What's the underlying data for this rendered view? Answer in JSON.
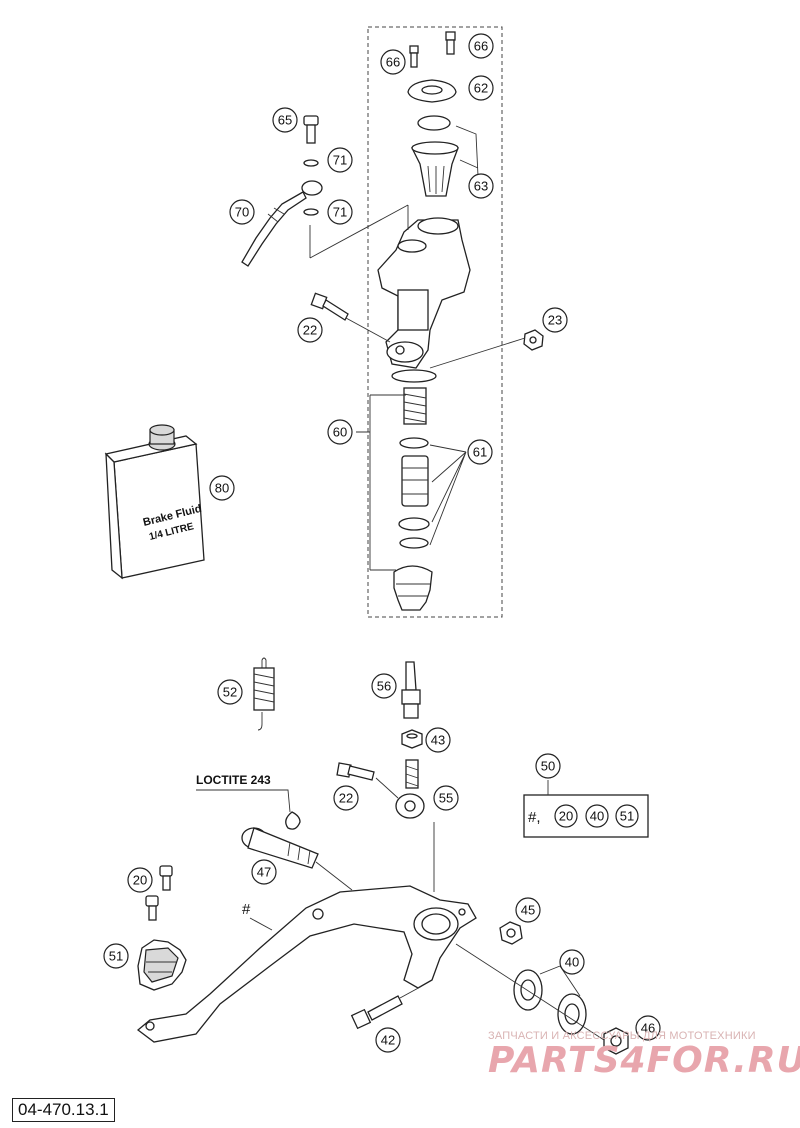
{
  "diagram": {
    "figure_code": "04-470.13.1",
    "loctite_label": "LOCTITE 243",
    "hash_mark": "#",
    "brake_fluid": {
      "line1": "Brake Fluid",
      "line2": "1/4 LITRE"
    },
    "kit_box": {
      "prefix": "#,",
      "items": [
        "20",
        "40",
        "51"
      ]
    },
    "callouts": [
      {
        "id": "c66a",
        "label": "66"
      },
      {
        "id": "c66b",
        "label": "66"
      },
      {
        "id": "c62",
        "label": "62"
      },
      {
        "id": "c63",
        "label": "63"
      },
      {
        "id": "c65",
        "label": "65"
      },
      {
        "id": "c71a",
        "label": "71"
      },
      {
        "id": "c71b",
        "label": "71"
      },
      {
        "id": "c70",
        "label": "70"
      },
      {
        "id": "c22a",
        "label": "22"
      },
      {
        "id": "c23",
        "label": "23"
      },
      {
        "id": "c60",
        "label": "60"
      },
      {
        "id": "c61",
        "label": "61"
      },
      {
        "id": "c80",
        "label": "80"
      },
      {
        "id": "c52",
        "label": "52"
      },
      {
        "id": "c56",
        "label": "56"
      },
      {
        "id": "c43",
        "label": "43"
      },
      {
        "id": "c50",
        "label": "50"
      },
      {
        "id": "c22b",
        "label": "22"
      },
      {
        "id": "c55",
        "label": "55"
      },
      {
        "id": "c47",
        "label": "47"
      },
      {
        "id": "c20",
        "label": "20"
      },
      {
        "id": "c45",
        "label": "45"
      },
      {
        "id": "c51",
        "label": "51"
      },
      {
        "id": "c40",
        "label": "40"
      },
      {
        "id": "c42",
        "label": "42"
      },
      {
        "id": "c46",
        "label": "46"
      }
    ]
  },
  "watermark": {
    "caption": "ЗАПЧАСТИ И АКСЕССУАРЫ ДЛЯ МОТОТЕХНИКИ",
    "logo": "PARTS4FOR.RU"
  }
}
